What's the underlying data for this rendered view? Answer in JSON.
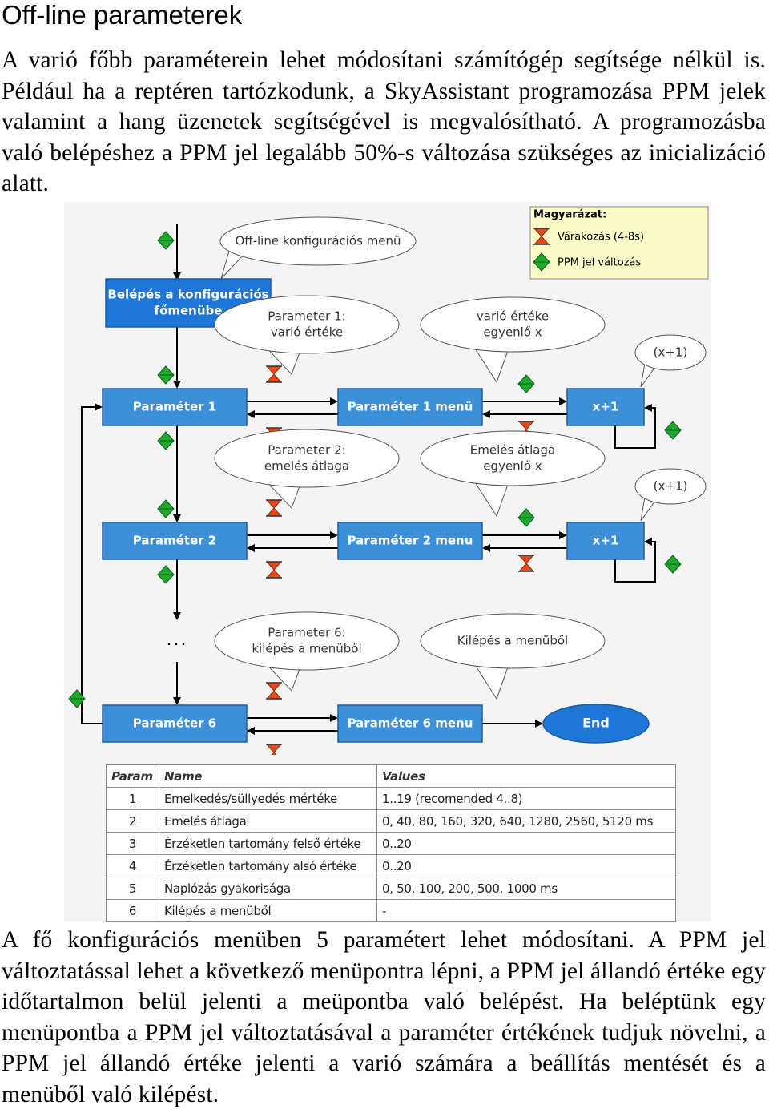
{
  "page": {
    "title": "Off-line parameterek",
    "intro": "A varió főbb paraméterein lehet módosítani számítógép segítsége nélkül is.  Például ha a reptéren tartózkodunk, a SkyAssistant programozása PPM jelek valamint a hang üzenetek segítségével is megvalósítható. A programozásba való belépéshez a PPM jel legalább 50%-s változása szükséges az inicializáció alatt.",
    "outro": "A fő konfigurációs menüben 5 paramétert lehet módosítani. A PPM jel változtatással lehet a következő menüpontra  lépni, a PPM jel állandó értéke egy időtartalmon belül jelenti a meüpontba való belépést. Ha beléptünk egy menüpontba a PPM jel változtatásával a  paraméter értékének tudjuk növelni, a PPM jel állandó értéke jelenti a varió számára a beállítás mentését és a menüből való kilépést."
  },
  "legend": {
    "title": "Magyarázat:",
    "wait_label": "Várakozás (4-8s)",
    "ppm_label": "PPM jel változás"
  },
  "colors": {
    "box_fill": "#3d8fd8",
    "box_stroke": "#1f5e9c",
    "entry_box_fill": "#1e76d6",
    "legend_fill": "#fbfbc8",
    "hourglass": "#e24a1c",
    "diamond": "#1fa82e",
    "bubble_fill": "#ffffff"
  },
  "diagram": {
    "entry_box": "Belépés a konfigurációs főmenübe",
    "offline_bubble": "Off-line konfigurációs menü",
    "rows": [
      {
        "param": "Paraméter 1",
        "menu": "Paraméter 1 menü",
        "right": "x+1",
        "bubble_left": [
          "Parameter 1:",
          "varió értéke"
        ],
        "bubble_mid": [
          "varió értéke",
          "egyenlő x"
        ],
        "bubble_right": "(x+1)"
      },
      {
        "param": "Paraméter 2",
        "menu": "Paraméter 2 menu",
        "right": "x+1",
        "bubble_left": [
          "Parameter 2:",
          "emelés átlaga"
        ],
        "bubble_mid": [
          "Emelés átlaga",
          "egyenlő x"
        ],
        "bubble_right": "(x+1)"
      },
      {
        "param": "Paraméter 6",
        "menu": "Paraméter 6 menu",
        "right": "End",
        "bubble_left": [
          "Parameter 6:",
          "kilépés a menüből"
        ],
        "bubble_mid": [
          "Kilépés a menüből"
        ]
      }
    ],
    "ellipsis": "..."
  },
  "table": {
    "headers": [
      "Param",
      "Name",
      "Values"
    ],
    "rows": [
      [
        "1",
        "Emelkedés/süllyedés mértéke",
        "1..19 (recomended 4..8)"
      ],
      [
        "2",
        "Emelés átlaga",
        "0, 40, 80, 160, 320, 640, 1280, 2560, 5120 ms"
      ],
      [
        "3",
        "Érzéketlen tartomány felső értéke",
        "0..20"
      ],
      [
        "4",
        "Érzéketlen tartomány alsó értéke",
        "0..20"
      ],
      [
        "5",
        "Naplózás gyakorisága",
        "0, 50, 100, 200, 500, 1000 ms"
      ],
      [
        "6",
        "Kilépés a menüből",
        "-"
      ]
    ]
  }
}
